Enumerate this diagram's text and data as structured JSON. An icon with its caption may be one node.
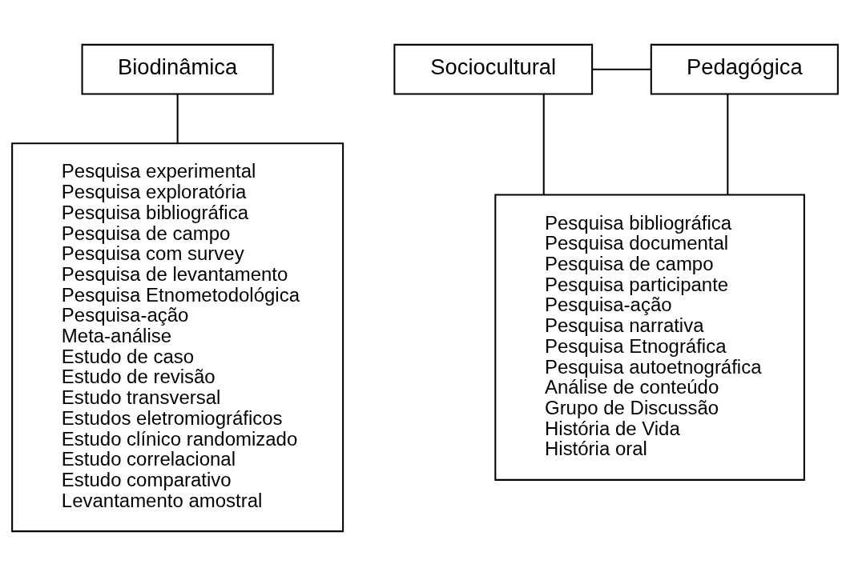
{
  "diagram": {
    "nodes": [
      {
        "text": [
          "Biodinâmica"
        ]
      },
      {
        "text": [
          "Pesquisa experimental",
          "Pesquisa exploratória",
          "Pesquisa bibliográfica",
          "Pesquisa de campo",
          "Pesquisa com survey",
          "Pesquisa de levantamento",
          "Pesquisa Etnometodológica",
          "Pesquisa-ação",
          "Meta-análise",
          "Estudo de caso",
          "Estudo de revisão",
          "Estudo transversal",
          "Estudos eletromiográficos",
          "Estudo clínico randomizado",
          "Estudo correlacional",
          "Estudo comparativo",
          "Levantamento amostral"
        ]
      },
      {
        "text": [
          "Sociocultural"
        ]
      },
      {
        "text": [
          "Pedagógica"
        ]
      },
      {
        "text": [
          "Pesquisa bibliográfica",
          "Pesquisa documental",
          "Pesquisa de campo",
          "Pesquisa participante",
          "Pesquisa-ação",
          "Pesquisa narrativa",
          "Pesquisa Etnográfica",
          "Pesquisa autoetnográfica",
          "Análise de conteúdo",
          "Grupo de Discussão",
          "História de Vida",
          "História oral"
        ]
      }
    ],
    "edges": [
      {
        "from": 0,
        "to": 1,
        "arrow": "none"
      },
      {
        "from": 2,
        "to": 3,
        "arrow": "none"
      },
      {
        "from": 2,
        "to": 4,
        "arrow": "none"
      },
      {
        "from": 3,
        "to": 4,
        "arrow": "none"
      }
    ]
  }
}
